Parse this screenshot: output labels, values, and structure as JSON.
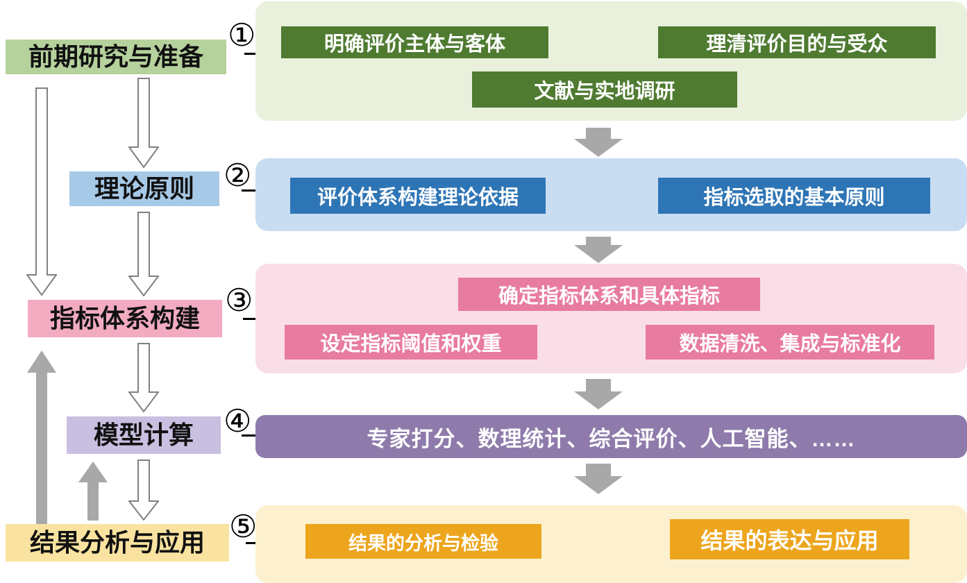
{
  "flow": {
    "steps": [
      {
        "marker": "①",
        "label": "前期研究与准备",
        "substeps": [
          "明确评价主体与客体",
          "理清评价目的与受众",
          "文献与实地调研"
        ]
      },
      {
        "marker": "②",
        "label": "理论原则",
        "substeps": [
          "评价体系构建理论依据",
          "指标选取的基本原则"
        ]
      },
      {
        "marker": "③",
        "label": "指标体系构建",
        "substeps": [
          "确定指标体系和具体指标",
          "设定指标阈值和权重",
          "数据清洗、集成与标准化"
        ]
      },
      {
        "marker": "④",
        "label": "模型计算",
        "substeps": [
          "专家打分、数理统计、综合评价、人工智能、……"
        ]
      },
      {
        "marker": "⑤",
        "label": "结果分析与应用",
        "substeps": [
          "结果的分析与检验",
          "结果的表达与应用"
        ]
      }
    ]
  },
  "colors": {
    "step1_bg": "#b5d19c",
    "panel1_bg": "#e9f0dc",
    "panel1_item_bg": "#4f7b31",
    "step2_bg": "#a7c9e8",
    "panel2_bg": "#c8ddf1",
    "panel2_item_bg": "#2e75b6",
    "step3_bg": "#f2abc0",
    "panel3_bg": "#fadee7",
    "panel3_item_bg": "#e87ba0",
    "step4_bg": "#c9bfe0",
    "panel4_bg": "#8e7bab",
    "step5_bg": "#fae3a0",
    "panel5_bg": "#fdf0ce",
    "panel5_item_bg": "#eca51d",
    "arrow_gray": "#a8a8a8"
  }
}
